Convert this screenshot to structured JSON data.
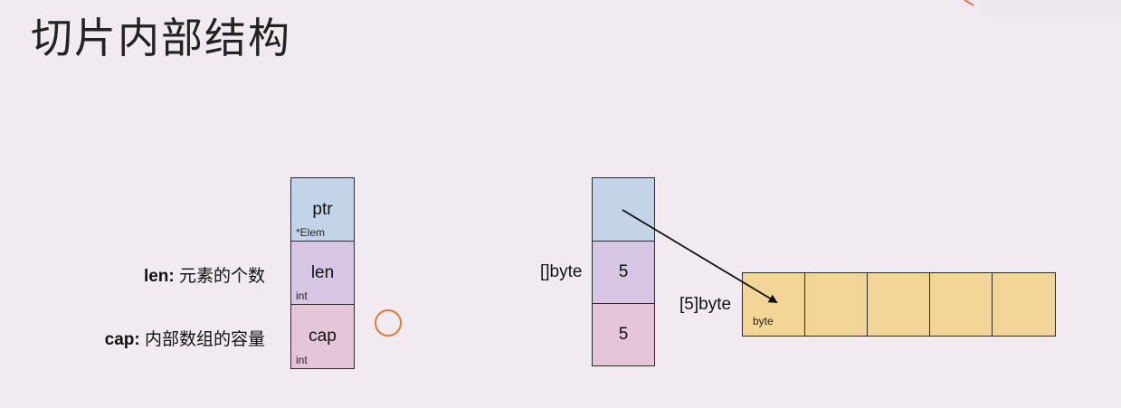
{
  "title": "切片内部结构",
  "left_struct": {
    "fields": [
      {
        "name": "ptr",
        "type": "*Elem"
      },
      {
        "name": "len",
        "type": "int"
      },
      {
        "name": "cap",
        "type": "int"
      }
    ],
    "annotations": [
      {
        "key": "len:",
        "text": " 元素的个数"
      },
      {
        "key": "cap:",
        "text": " 内部数组的容量"
      }
    ]
  },
  "right_struct": {
    "slice_label": "[]byte",
    "values": [
      "",
      "5",
      "5"
    ],
    "array_label": "[5]byte",
    "array_elem_type": "byte",
    "array_length": 5
  },
  "colors": {
    "background": "#f1eaf1",
    "ptr": "#c3d3e8",
    "len": "#d6c6e3",
    "cap": "#e4c6d8",
    "array": "#f3d597",
    "marker": "#e07a2e"
  }
}
